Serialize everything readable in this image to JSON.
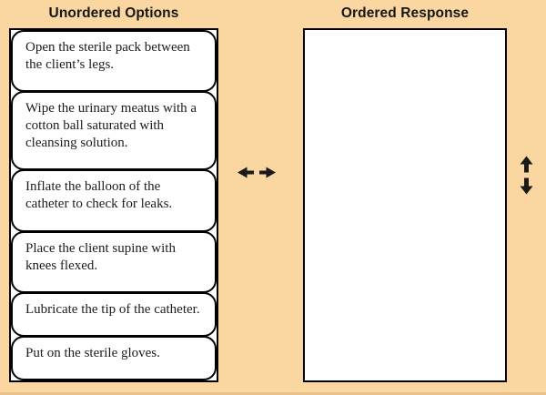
{
  "colors": {
    "background": "#FAD7A0",
    "surface": "#FFFFFF",
    "border": "#000000",
    "text": "#1C1C1C",
    "arrow": "#1A1A1A",
    "bottom_edge": "#EAC189"
  },
  "unordered_panel": {
    "title": "Unordered Options",
    "options": [
      "Open the sterile pack between the client’s legs.",
      "Wipe the urinary meatus with a cotton ball saturated with cleansing solution.",
      "Inflate the balloon of the catheter to check for leaks.",
      "Place the client supine with knees flexed.",
      "Lubricate the tip of the catheter.",
      "Put on the sterile gloves."
    ]
  },
  "ordered_panel": {
    "title": "Ordered Response",
    "items": []
  },
  "icons": {
    "horizontal": "move-horizontal-icon",
    "vertical": "move-vertical-icon"
  }
}
